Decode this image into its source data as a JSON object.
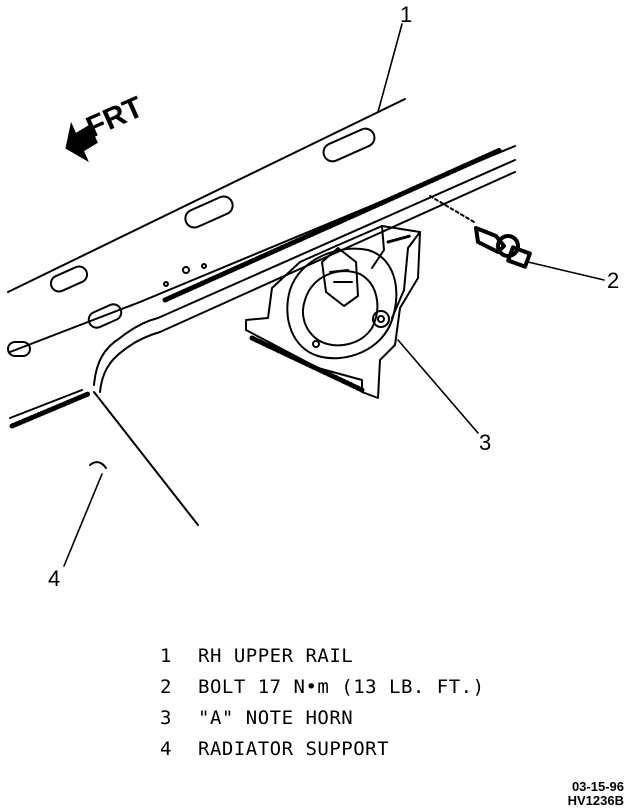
{
  "direction": {
    "label": "FRT"
  },
  "callouts": [
    {
      "id": "1"
    },
    {
      "id": "2"
    },
    {
      "id": "3"
    },
    {
      "id": "4"
    }
  ],
  "legend": [
    {
      "number": "1",
      "text": "RH UPPER RAIL"
    },
    {
      "number": "2",
      "text": "BOLT 17 N•m (13 LB. FT.)"
    },
    {
      "number": "3",
      "text": "\"A\" NOTE HORN"
    },
    {
      "number": "4",
      "text": "RADIATOR SUPPORT"
    }
  ],
  "figure_code": {
    "date": "03-15-96",
    "id": "HV1236B"
  }
}
